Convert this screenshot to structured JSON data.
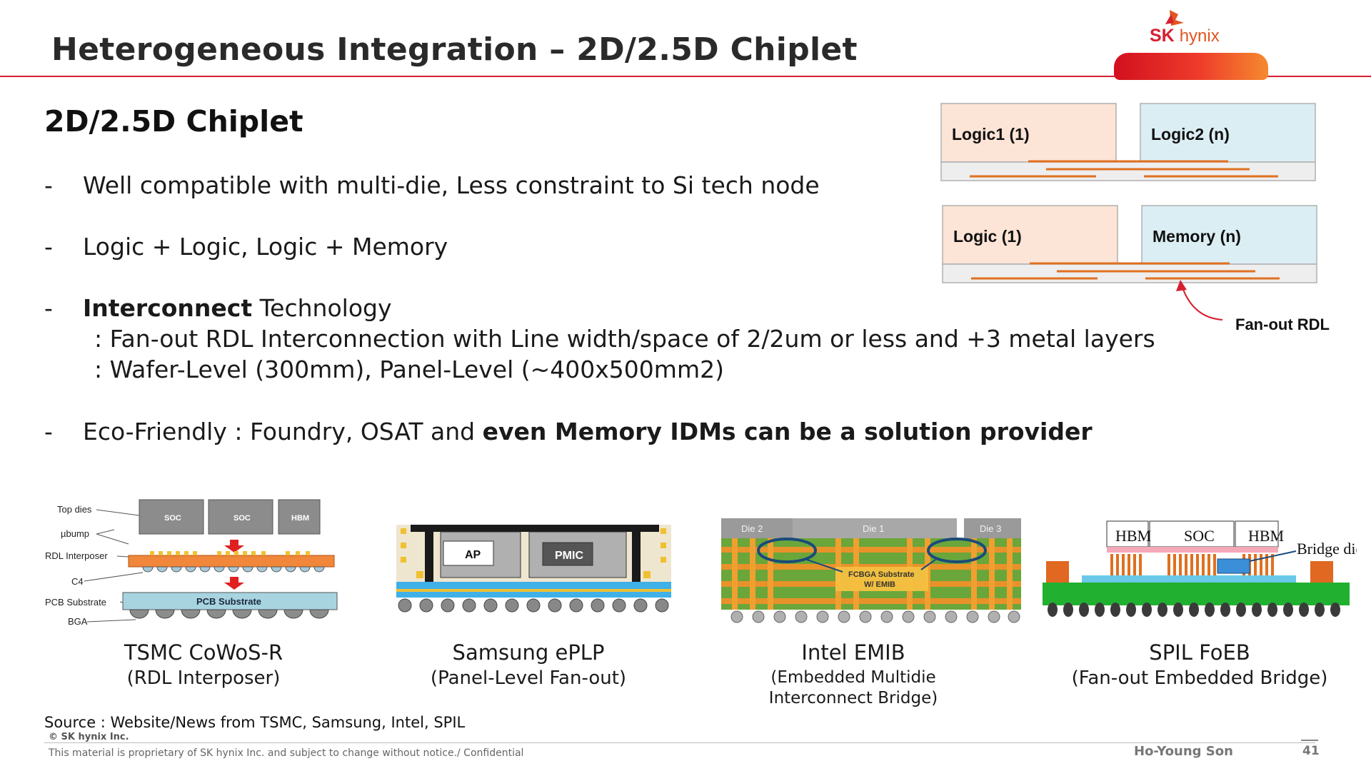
{
  "header": {
    "title": "Heterogeneous Integration – 2D/2.5D Chiplet",
    "brand_sk": "SK",
    "brand_hynix": "hynix"
  },
  "main": {
    "subtitle": "2D/2.5D Chiplet",
    "bullets": [
      {
        "dash": "-",
        "text": "Well compatible with multi-die, Less constraint to Si tech node"
      },
      {
        "dash": "-",
        "text": "Logic + Logic, Logic + Memory"
      },
      {
        "dash": "-",
        "bold": "Interconnect",
        "text": " Technology"
      },
      {
        "dash": "-",
        "text": "Eco-Friendly : Foundry, OSAT and ",
        "bold": "even Memory IDMs can be a solution provider"
      }
    ],
    "sub_lines": [
      ": Fan-out RDL Interconnection with Line width/space of 2/2um or less and +3 metal layers",
      ": Wafer-Level (300mm), Panel-Level (~400x500mm2)"
    ]
  },
  "diagram": {
    "top_left": "Logic1 (1)",
    "top_right": "Logic2 (n)",
    "bottom_left": "Logic (1)",
    "bottom_right": "Memory (n)",
    "callout": "Fan-out RDL",
    "colors": {
      "logic": "#fce4d6",
      "memory": "#dbeef4",
      "rdl": "#e07020"
    }
  },
  "packages": [
    {
      "name": "TSMC CoWoS-R",
      "sub": "(RDL Interposer)",
      "labels": {
        "top_dies": "Top dies",
        "ubump": "µbump",
        "rdl_interposer": "RDL Interposer",
        "c4": "C4",
        "pcb_substrate": "PCB Substrate",
        "bga": "BGA",
        "soc1": "SOC",
        "soc2": "SOC",
        "hbm": "HBM",
        "pcb_inner": "PCB Substrate"
      }
    },
    {
      "name": "Samsung ePLP",
      "sub": "(Panel-Level Fan-out)",
      "labels": {
        "ap": "AP",
        "pmic": "PMIC"
      }
    },
    {
      "name": "Intel EMIB",
      "sub1": "(Embedded Multidie",
      "sub2": "Interconnect Bridge)",
      "labels": {
        "die2": "Die 2",
        "die1": "Die 1",
        "die3": "Die 3",
        "fcbga1": "FCBGA Substrate",
        "fcbga2": "W/ EMIB"
      }
    },
    {
      "name": "SPIL FoEB",
      "sub": "(Fan-out Embedded Bridge)",
      "labels": {
        "hbm1": "HBM",
        "soc": "SOC",
        "hbm2": "HBM",
        "bridge": "Bridge die"
      }
    }
  ],
  "footer": {
    "source": "Source : Website/News from TSMC, Samsung, Intel, SPIL",
    "copyright": "© SK hynix Inc.",
    "proprietary": "This material is proprietary of SK hynix Inc. and subject to change without notice./ Confidential",
    "author": "Ho-Young Son",
    "page": "41"
  }
}
